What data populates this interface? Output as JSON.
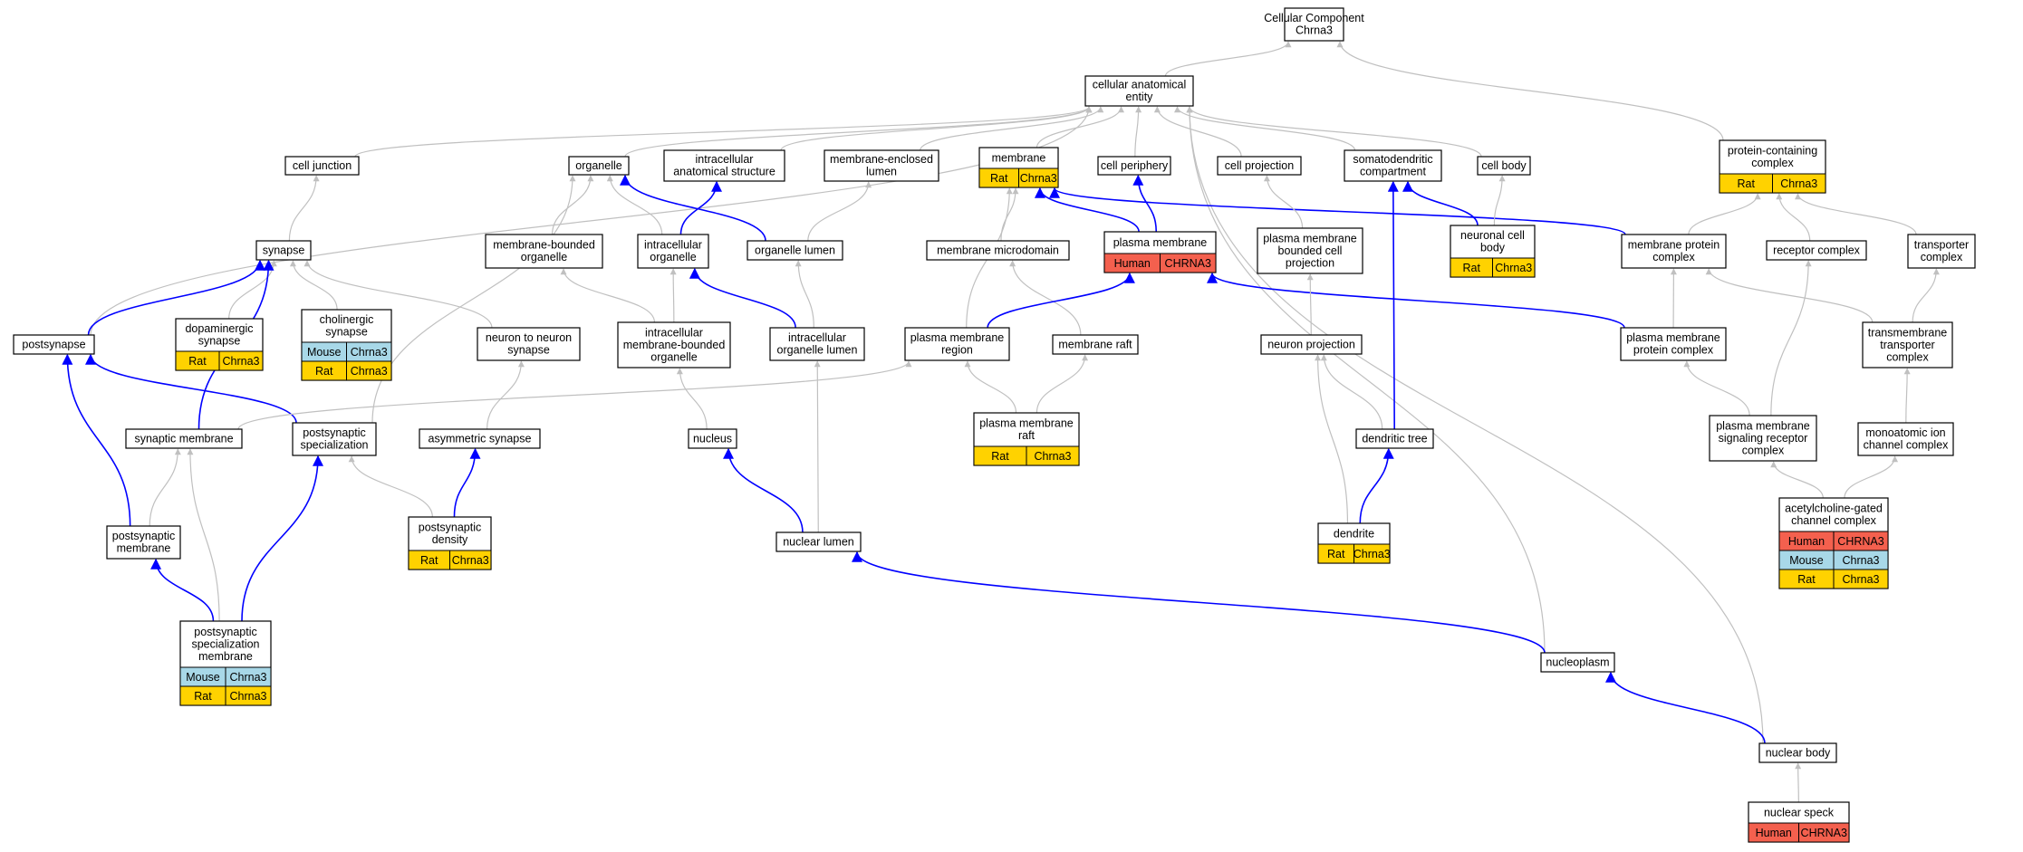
{
  "colors": {
    "gray_edge": "#c0c0c0",
    "blue_edge": "#0000ff",
    "human": "#f4604e",
    "mouse": "#a8d8e8",
    "rat": "#ffd200",
    "node_border": "#000000",
    "node_fill": "#ffffff"
  },
  "nodes": [
    {
      "id": "cc",
      "lines": [
        "Cellular Component",
        "Chrna3"
      ]
    },
    {
      "id": "cae",
      "lines": [
        "cellular anatomical",
        "entity"
      ]
    },
    {
      "id": "cell_junction",
      "lines": [
        "cell junction"
      ]
    },
    {
      "id": "organelle",
      "lines": [
        "organelle"
      ]
    },
    {
      "id": "ias",
      "lines": [
        "intracellular",
        "anatomical structure"
      ]
    },
    {
      "id": "mel",
      "lines": [
        "membrane-enclosed",
        "lumen"
      ]
    },
    {
      "id": "membrane",
      "lines": [
        "membrane"
      ],
      "species": [
        [
          "Rat",
          "Chrna3"
        ]
      ]
    },
    {
      "id": "cell_periphery",
      "lines": [
        "cell periphery"
      ]
    },
    {
      "id": "cell_projection",
      "lines": [
        "cell projection"
      ]
    },
    {
      "id": "somatodendritic",
      "lines": [
        "somatodendritic",
        "compartment"
      ]
    },
    {
      "id": "cell_body",
      "lines": [
        "cell body"
      ]
    },
    {
      "id": "pcc",
      "lines": [
        "protein-containing",
        "complex"
      ],
      "species": [
        [
          "Rat",
          "Chrna3"
        ]
      ]
    },
    {
      "id": "synapse",
      "lines": [
        "synapse"
      ]
    },
    {
      "id": "mbo",
      "lines": [
        "membrane-bounded",
        "organelle"
      ]
    },
    {
      "id": "io",
      "lines": [
        "intracellular",
        "organelle"
      ]
    },
    {
      "id": "ol",
      "lines": [
        "organelle lumen"
      ]
    },
    {
      "id": "mm",
      "lines": [
        "membrane microdomain"
      ]
    },
    {
      "id": "pm",
      "lines": [
        "plasma membrane"
      ],
      "species": [
        [
          "Human",
          "CHRNA3"
        ]
      ]
    },
    {
      "id": "pmbcp",
      "lines": [
        "plasma membrane",
        "bounded cell",
        "projection"
      ]
    },
    {
      "id": "ncb",
      "lines": [
        "neuronal cell",
        "body"
      ],
      "species": [
        [
          "Rat",
          "Chrna3"
        ]
      ]
    },
    {
      "id": "mpc",
      "lines": [
        "membrane protein",
        "complex"
      ]
    },
    {
      "id": "receptor_complex",
      "lines": [
        "receptor complex"
      ]
    },
    {
      "id": "transporter_complex",
      "lines": [
        "transporter",
        "complex"
      ]
    },
    {
      "id": "postsynapse",
      "lines": [
        "postsynapse"
      ]
    },
    {
      "id": "dopaminergic",
      "lines": [
        "dopaminergic",
        "synapse"
      ],
      "species": [
        [
          "Rat",
          "Chrna3"
        ]
      ]
    },
    {
      "id": "cholinergic",
      "lines": [
        "cholinergic",
        "synapse"
      ],
      "species": [
        [
          "Mouse",
          "Chrna3"
        ],
        [
          "Rat",
          "Chrna3"
        ]
      ]
    },
    {
      "id": "ntns",
      "lines": [
        "neuron to neuron",
        "synapse"
      ]
    },
    {
      "id": "imbo",
      "lines": [
        "intracellular",
        "membrane-bounded",
        "organelle"
      ]
    },
    {
      "id": "iol",
      "lines": [
        "intracellular",
        "organelle lumen"
      ]
    },
    {
      "id": "pmr",
      "lines": [
        "plasma membrane",
        "region"
      ]
    },
    {
      "id": "membrane_raft",
      "lines": [
        "membrane raft"
      ]
    },
    {
      "id": "neuron_projection",
      "lines": [
        "neuron projection"
      ]
    },
    {
      "id": "pmpc",
      "lines": [
        "plasma membrane",
        "protein complex"
      ]
    },
    {
      "id": "tmtc",
      "lines": [
        "transmembrane",
        "transporter",
        "complex"
      ]
    },
    {
      "id": "synaptic_membrane",
      "lines": [
        "synaptic membrane"
      ]
    },
    {
      "id": "ps_spec",
      "lines": [
        "postsynaptic",
        "specialization"
      ]
    },
    {
      "id": "asym",
      "lines": [
        "asymmetric synapse"
      ]
    },
    {
      "id": "nucleus",
      "lines": [
        "nucleus"
      ]
    },
    {
      "id": "pmraft",
      "lines": [
        "plasma membrane",
        "raft"
      ],
      "species": [
        [
          "Rat",
          "Chrna3"
        ]
      ]
    },
    {
      "id": "dendritic_tree",
      "lines": [
        "dendritic tree"
      ]
    },
    {
      "id": "pmsrc",
      "lines": [
        "plasma membrane",
        "signaling receptor",
        "complex"
      ]
    },
    {
      "id": "maicc",
      "lines": [
        "monoatomic ion",
        "channel complex"
      ]
    },
    {
      "id": "ps_membrane",
      "lines": [
        "postsynaptic",
        "membrane"
      ]
    },
    {
      "id": "psd",
      "lines": [
        "postsynaptic",
        "density"
      ],
      "species": [
        [
          "Rat",
          "Chrna3"
        ]
      ]
    },
    {
      "id": "nuclear_lumen",
      "lines": [
        "nuclear lumen"
      ]
    },
    {
      "id": "dendrite",
      "lines": [
        "dendrite"
      ],
      "species": [
        [
          "Rat",
          "Chrna3"
        ]
      ]
    },
    {
      "id": "achr",
      "lines": [
        "acetylcholine-gated",
        "channel complex"
      ],
      "species": [
        [
          "Human",
          "CHRNA3"
        ],
        [
          "Mouse",
          "Chrna3"
        ],
        [
          "Rat",
          "Chrna3"
        ]
      ]
    },
    {
      "id": "pssm",
      "lines": [
        "postsynaptic",
        "specialization",
        "membrane"
      ],
      "species": [
        [
          "Mouse",
          "Chrna3"
        ],
        [
          "Rat",
          "Chrna3"
        ]
      ]
    },
    {
      "id": "nucleoplasm",
      "lines": [
        "nucleoplasm"
      ]
    },
    {
      "id": "nuclear_body",
      "lines": [
        "nuclear body"
      ]
    },
    {
      "id": "nuclear_speck",
      "lines": [
        "nuclear speck"
      ],
      "species": [
        [
          "Human",
          "CHRNA3"
        ]
      ]
    }
  ],
  "edges": [
    {
      "from": "cae",
      "to": "cc",
      "type": "gray"
    },
    {
      "from": "pcc",
      "to": "cc",
      "type": "gray"
    },
    {
      "from": "cell_junction",
      "to": "cae",
      "type": "gray"
    },
    {
      "from": "organelle",
      "to": "cae",
      "type": "gray"
    },
    {
      "from": "ias",
      "to": "cae",
      "type": "gray"
    },
    {
      "from": "mel",
      "to": "cae",
      "type": "gray"
    },
    {
      "from": "membrane",
      "to": "cae",
      "type": "gray"
    },
    {
      "from": "cell_periphery",
      "to": "cae",
      "type": "gray"
    },
    {
      "from": "cell_projection",
      "to": "cae",
      "type": "gray"
    },
    {
      "from": "somatodendritic",
      "to": "cae",
      "type": "gray"
    },
    {
      "from": "cell_body",
      "to": "cae",
      "type": "gray"
    },
    {
      "from": "postsynapse",
      "to": "cae",
      "type": "gray"
    },
    {
      "from": "nucleoplasm",
      "to": "cae",
      "type": "gray"
    },
    {
      "from": "nuclear_body",
      "to": "cae",
      "type": "gray"
    },
    {
      "from": "synapse",
      "to": "cell_junction",
      "type": "gray"
    },
    {
      "from": "mbo",
      "to": "organelle",
      "type": "gray"
    },
    {
      "from": "io",
      "to": "organelle",
      "type": "gray"
    },
    {
      "from": "ps_spec",
      "to": "organelle",
      "type": "gray"
    },
    {
      "from": "io",
      "to": "ias",
      "type": "blue"
    },
    {
      "from": "ol",
      "to": "organelle",
      "type": "blue"
    },
    {
      "from": "ol",
      "to": "mel",
      "type": "gray"
    },
    {
      "from": "mm",
      "to": "membrane",
      "type": "gray"
    },
    {
      "from": "pm",
      "to": "membrane",
      "type": "blue"
    },
    {
      "from": "pmr",
      "to": "membrane",
      "type": "gray"
    },
    {
      "from": "mpc",
      "to": "membrane",
      "type": "blue"
    },
    {
      "from": "pm",
      "to": "cell_periphery",
      "type": "blue"
    },
    {
      "from": "pmbcp",
      "to": "cell_projection",
      "type": "gray"
    },
    {
      "from": "ncb",
      "to": "somatodendritic",
      "type": "blue"
    },
    {
      "from": "dendritic_tree",
      "to": "somatodendritic",
      "type": "blue"
    },
    {
      "from": "ncb",
      "to": "cell_body",
      "type": "gray"
    },
    {
      "from": "mpc",
      "to": "pcc",
      "type": "gray"
    },
    {
      "from": "receptor_complex",
      "to": "pcc",
      "type": "gray"
    },
    {
      "from": "transporter_complex",
      "to": "pcc",
      "type": "gray"
    },
    {
      "from": "postsynapse",
      "to": "synapse",
      "type": "blue"
    },
    {
      "from": "dopaminergic",
      "to": "synapse",
      "type": "gray"
    },
    {
      "from": "cholinergic",
      "to": "synapse",
      "type": "gray"
    },
    {
      "from": "ntns",
      "to": "synapse",
      "type": "gray"
    },
    {
      "from": "synaptic_membrane",
      "to": "synapse",
      "type": "blue"
    },
    {
      "from": "imbo",
      "to": "mbo",
      "type": "gray"
    },
    {
      "from": "imbo",
      "to": "io",
      "type": "gray"
    },
    {
      "from": "iol",
      "to": "io",
      "type": "blue"
    },
    {
      "from": "iol",
      "to": "ol",
      "type": "gray"
    },
    {
      "from": "membrane_raft",
      "to": "mm",
      "type": "gray"
    },
    {
      "from": "pmr",
      "to": "pm",
      "type": "blue"
    },
    {
      "from": "pmpc",
      "to": "pm",
      "type": "blue"
    },
    {
      "from": "neuron_projection",
      "to": "pmbcp",
      "type": "gray"
    },
    {
      "from": "pmpc",
      "to": "mpc",
      "type": "gray"
    },
    {
      "from": "tmtc",
      "to": "mpc",
      "type": "gray"
    },
    {
      "from": "pmsrc",
      "to": "receptor_complex",
      "type": "gray"
    },
    {
      "from": "tmtc",
      "to": "transporter_complex",
      "type": "gray"
    },
    {
      "from": "ps_spec",
      "to": "postsynapse",
      "type": "blue"
    },
    {
      "from": "ps_membrane",
      "to": "postsynapse",
      "type": "blue"
    },
    {
      "from": "asym",
      "to": "ntns",
      "type": "gray"
    },
    {
      "from": "nucleus",
      "to": "imbo",
      "type": "gray"
    },
    {
      "from": "nuclear_lumen",
      "to": "iol",
      "type": "gray"
    },
    {
      "from": "synaptic_membrane",
      "to": "pmr",
      "type": "gray"
    },
    {
      "from": "pmraft",
      "to": "pmr",
      "type": "gray"
    },
    {
      "from": "pmraft",
      "to": "membrane_raft",
      "type": "gray"
    },
    {
      "from": "dendritic_tree",
      "to": "neuron_projection",
      "type": "gray"
    },
    {
      "from": "dendrite",
      "to": "neuron_projection",
      "type": "gray"
    },
    {
      "from": "pmsrc",
      "to": "pmpc",
      "type": "gray"
    },
    {
      "from": "maicc",
      "to": "tmtc",
      "type": "gray"
    },
    {
      "from": "ps_membrane",
      "to": "synaptic_membrane",
      "type": "gray"
    },
    {
      "from": "pssm",
      "to": "synaptic_membrane",
      "type": "gray"
    },
    {
      "from": "psd",
      "to": "ps_spec",
      "type": "gray"
    },
    {
      "from": "pssm",
      "to": "ps_spec",
      "type": "blue"
    },
    {
      "from": "psd",
      "to": "asym",
      "type": "blue"
    },
    {
      "from": "nuclear_lumen",
      "to": "nucleus",
      "type": "blue"
    },
    {
      "from": "dendrite",
      "to": "dendritic_tree",
      "type": "blue"
    },
    {
      "from": "achr",
      "to": "pmsrc",
      "type": "gray"
    },
    {
      "from": "achr",
      "to": "maicc",
      "type": "gray"
    },
    {
      "from": "pssm",
      "to": "ps_membrane",
      "type": "blue"
    },
    {
      "from": "nucleoplasm",
      "to": "nuclear_lumen",
      "type": "blue"
    },
    {
      "from": "nuclear_body",
      "to": "nucleoplasm",
      "type": "blue"
    },
    {
      "from": "nuclear_speck",
      "to": "nuclear_body",
      "type": "gray"
    }
  ]
}
